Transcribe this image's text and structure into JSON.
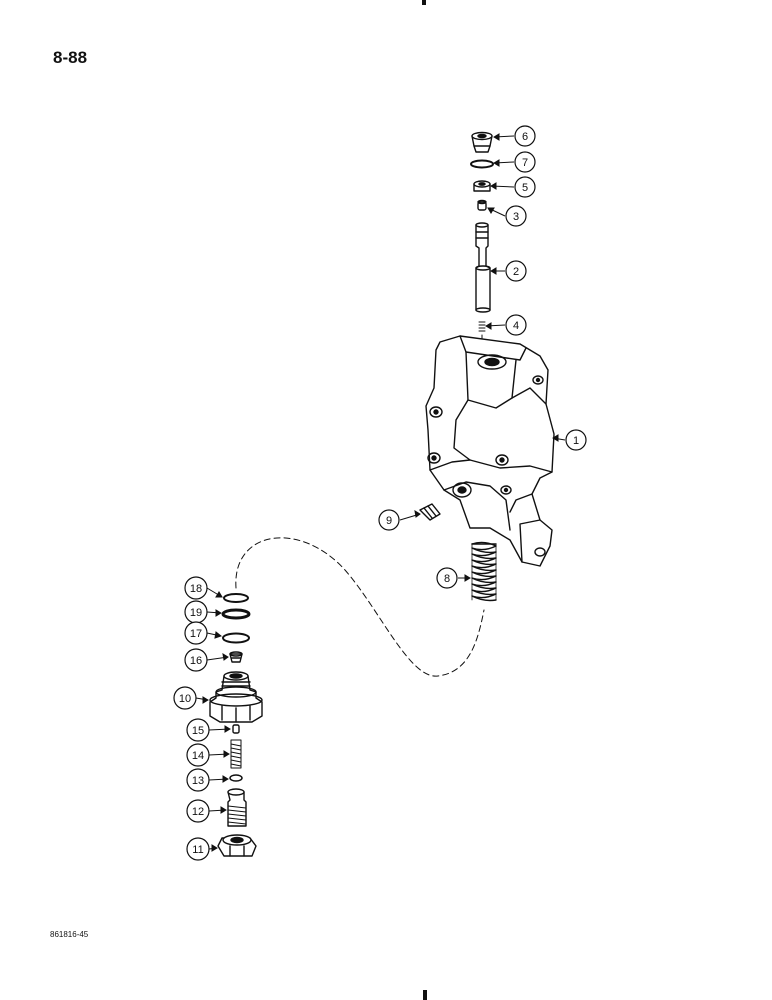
{
  "page_number": "8-88",
  "figure_id": "861816-45",
  "callouts": [
    "1",
    "2",
    "3",
    "4",
    "5",
    "6",
    "7",
    "8",
    "9",
    "10",
    "11",
    "12",
    "13",
    "14",
    "15",
    "16",
    "17",
    "18",
    "19"
  ]
}
